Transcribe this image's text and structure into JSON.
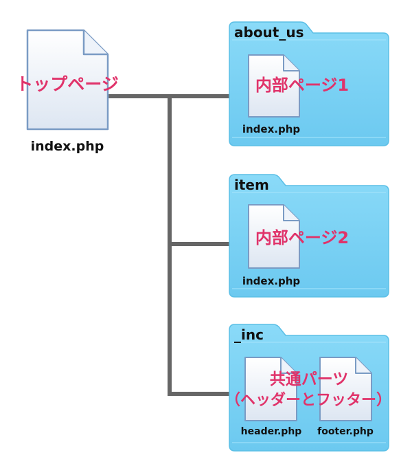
{
  "root": {
    "filename": "index.php",
    "caption": "トップページ"
  },
  "folders": [
    {
      "name": "about_us",
      "caption": "内部ページ1",
      "files": [
        "index.php"
      ]
    },
    {
      "name": "item",
      "caption": "内部ページ2",
      "files": [
        "index.php"
      ]
    },
    {
      "name": "_inc",
      "caption_lines": [
        "共通パーツ",
        "（ヘッダーとフッター）"
      ],
      "files": [
        "header.php",
        "footer.php"
      ]
    }
  ],
  "colors": {
    "connector": "#666666",
    "folder_body": "#7dd3f5",
    "folder_tab": "#8fdaf7",
    "folder_edge": "#5bbfe6",
    "file_fill_top": "#ffffff",
    "file_fill_bottom": "#dde6f2",
    "file_stroke": "#7a9bc4",
    "caption_pink": "#e0336a"
  }
}
